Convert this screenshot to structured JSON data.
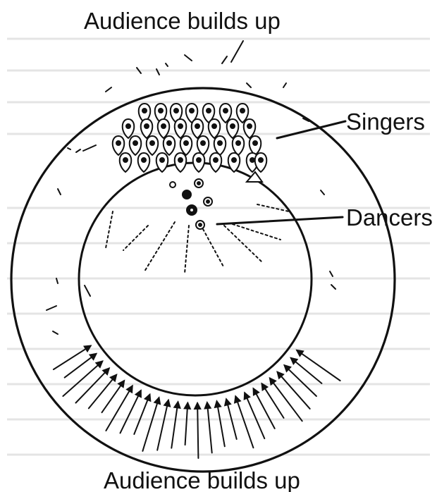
{
  "labels": {
    "audience_top": "Audience builds up",
    "singers": "Singers",
    "dancers": "Dancers",
    "audience_bottom": "Audience builds up"
  },
  "colors": {
    "ink": "#111111",
    "background": "#ffffff"
  }
}
